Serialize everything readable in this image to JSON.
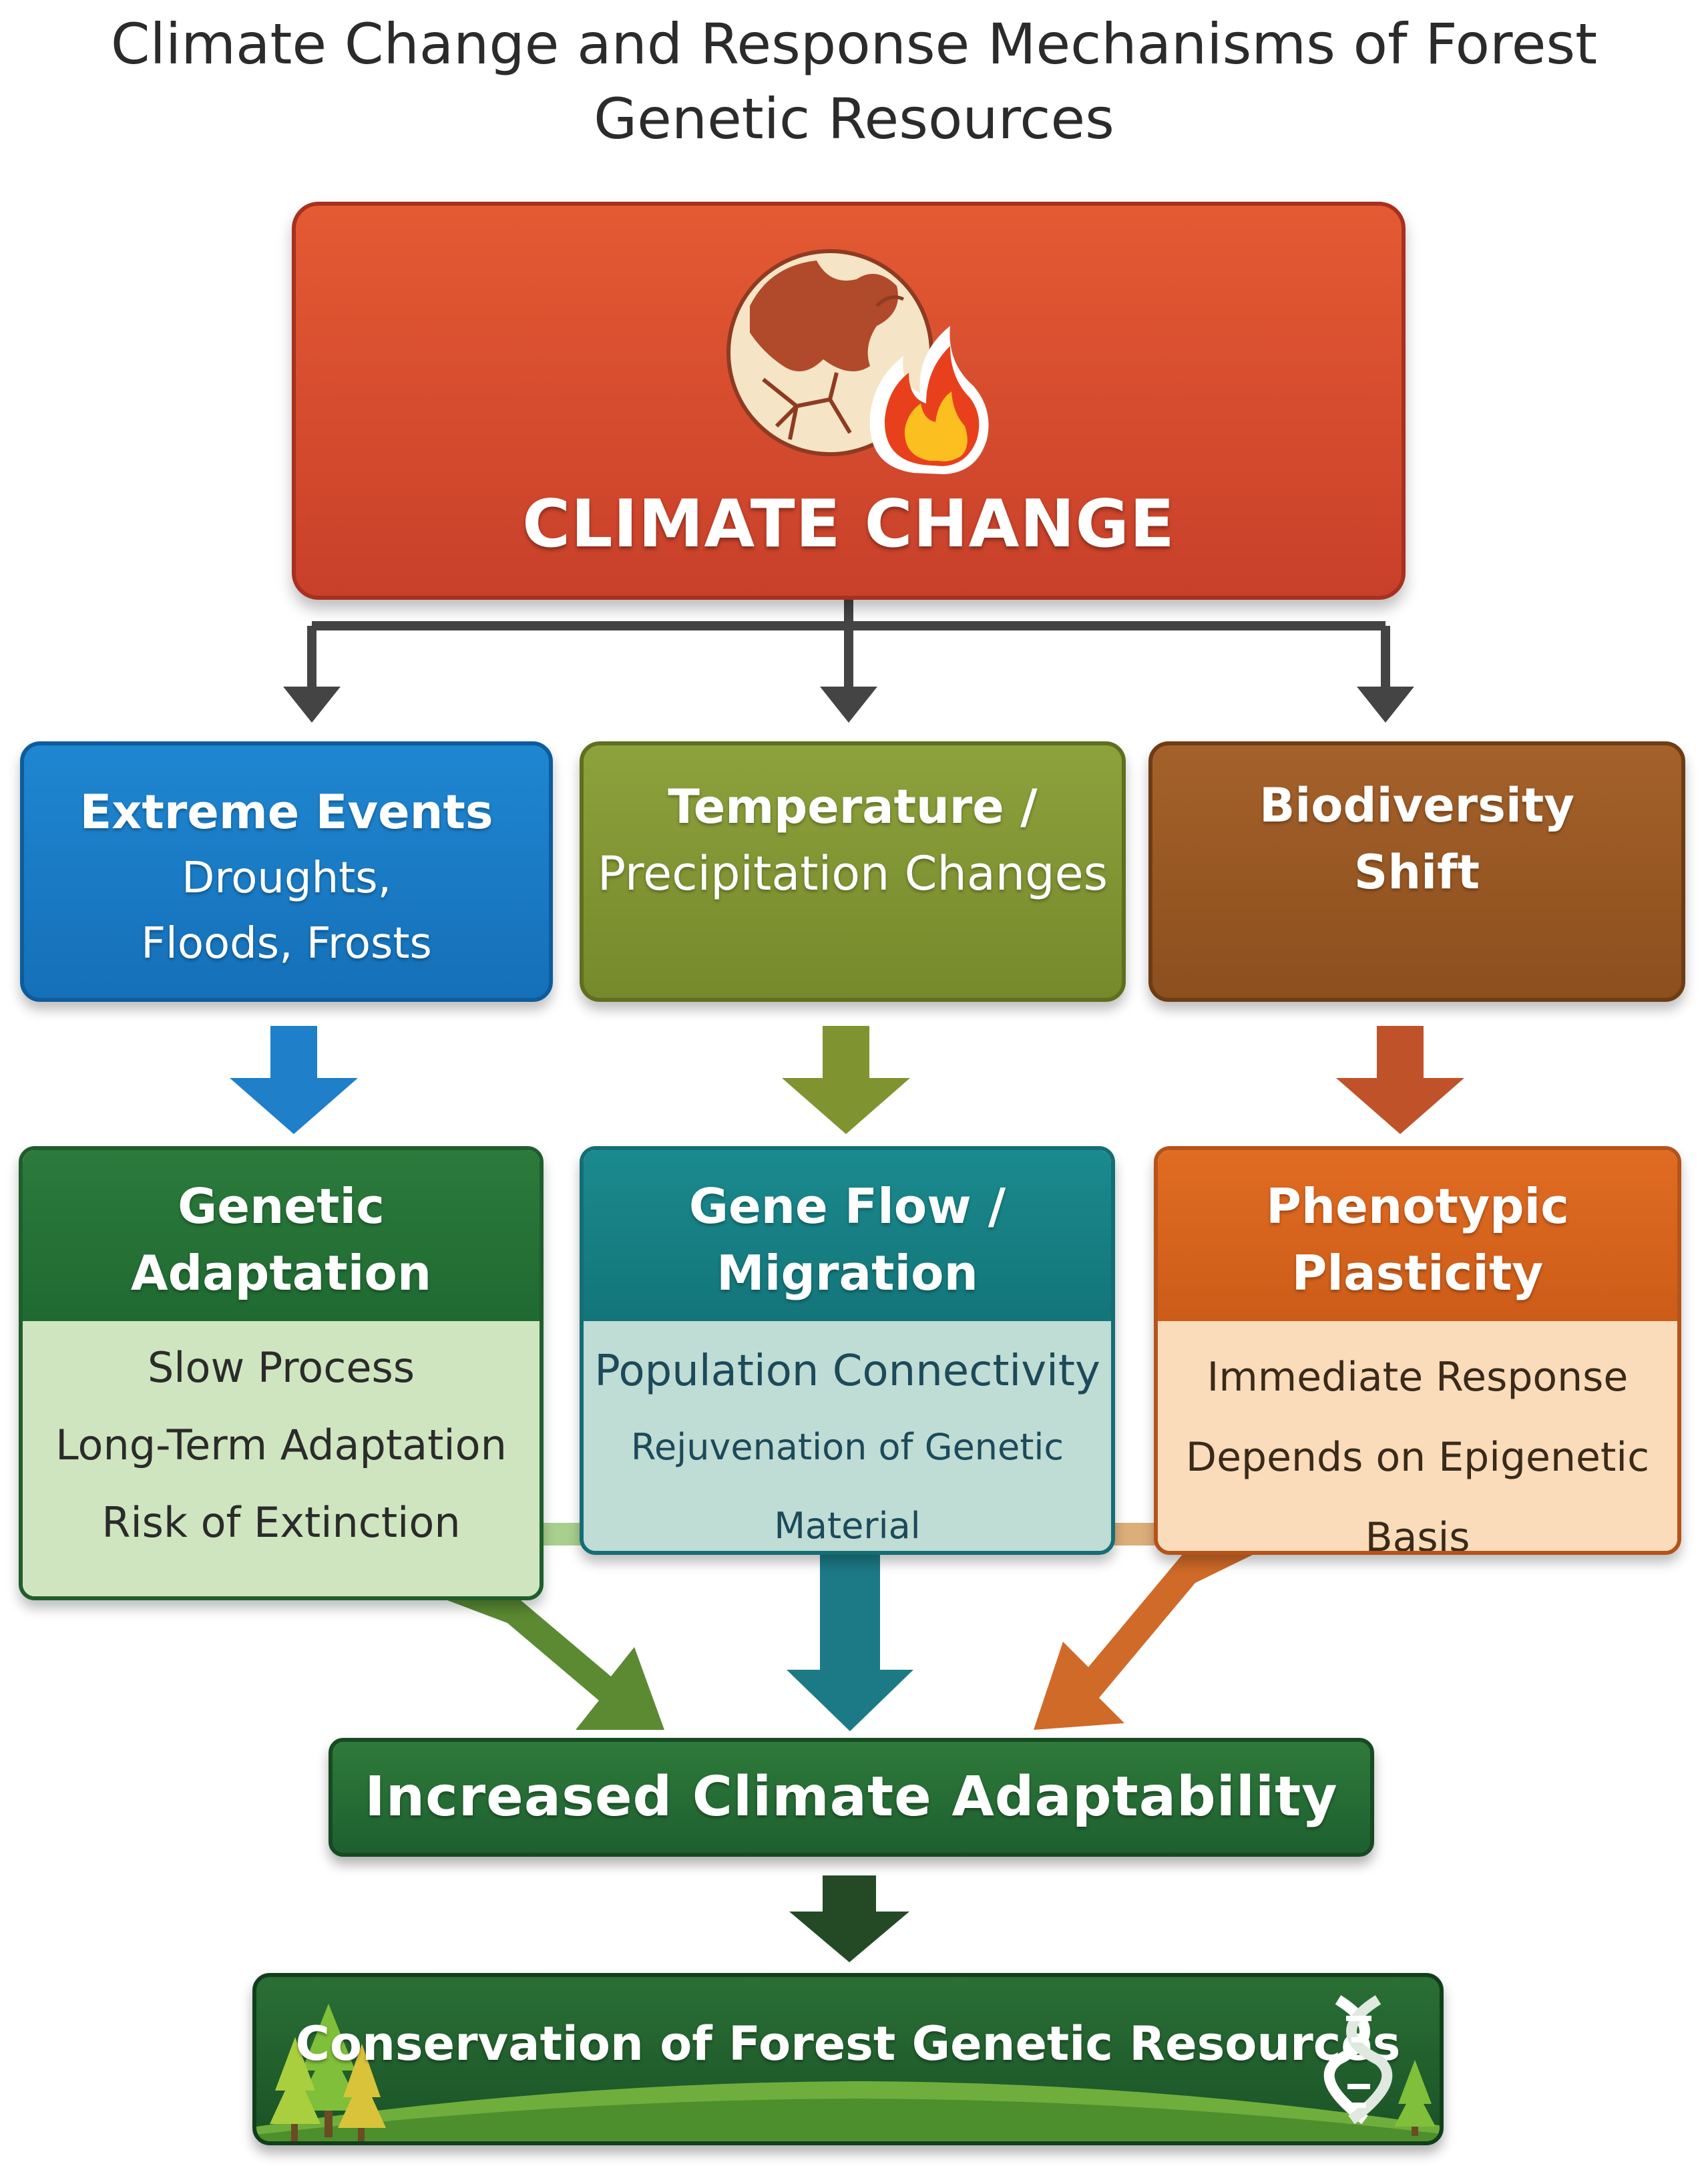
{
  "title": "Climate Change and Response Mechanisms of Forest Genetic Resources",
  "climate_change": {
    "label": "CLIMATE CHANGE",
    "icons": [
      "cracked-earth-globe-icon",
      "flame-icon"
    ]
  },
  "drivers": [
    {
      "title": "Extreme Events",
      "lines": [
        "Droughts,",
        "Floods, Frosts"
      ],
      "color": "#1f7fc9"
    },
    {
      "title_lines": [
        "Temperature /",
        "Precipitation Changes"
      ],
      "color": "#82962f"
    },
    {
      "title_lines": [
        "Biodiversity",
        "Shift"
      ],
      "color": "#9a5a25"
    }
  ],
  "mechanisms": [
    {
      "title_lines": [
        "Genetic",
        "Adaptation"
      ],
      "lines": [
        "Slow Process",
        "Long-Term Adaptation",
        "Risk of Extinction"
      ],
      "color": "#267236"
    },
    {
      "title_lines": [
        "Gene Flow /",
        "Migration"
      ],
      "lines": [
        "Population Connectivity",
        "Rejuvenation of Genetic Material"
      ],
      "color": "#178185"
    },
    {
      "title_lines": [
        "Phenotypic",
        "Plasticity"
      ],
      "lines": [
        "Immediate Response",
        "Depends on Epigenetic Basis"
      ],
      "color": "#d9661f"
    }
  ],
  "outcome": {
    "label": "Increased Climate Adaptability",
    "color": "#2a7036"
  },
  "goal": {
    "label": "Conservation of Forest Genetic Resources",
    "icons": [
      "pine-trees-icon",
      "dna-helix-icon"
    ],
    "color": "#225f2e"
  }
}
